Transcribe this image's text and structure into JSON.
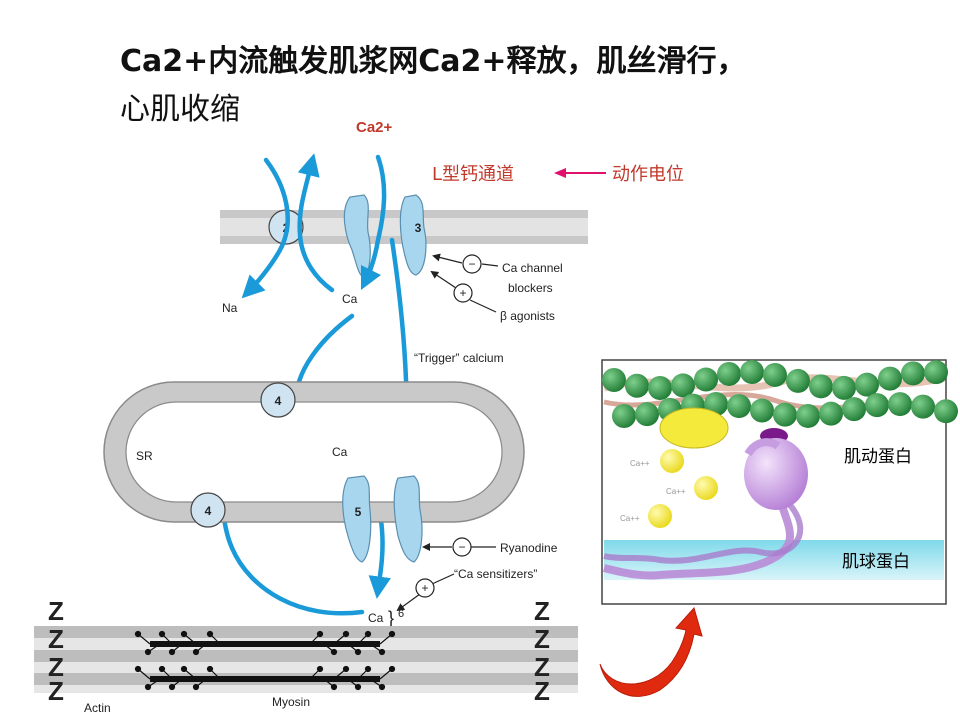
{
  "title": {
    "line1": "Ca2+内流触发肌浆网Ca2+释放，肌丝滑行，",
    "line2": "心肌收缩"
  },
  "top_annotation": {
    "ca_label": "Ca2+",
    "channel_label": "L型钙通道",
    "trigger_label": "动作电位",
    "color": "#c0392b",
    "arrow_color": "#e0106e"
  },
  "diagram": {
    "ion_labels": {
      "na": "Na",
      "ca_entry": "Ca",
      "ca_sr": "Ca",
      "ca_bottom": "Ca"
    },
    "step_numbers": {
      "exchanger": "2",
      "l_channel": "3",
      "serca_top": "4",
      "serca_left": "4",
      "ryanodine": "5",
      "sensitize": "6"
    },
    "sr_label": "SR",
    "drug_labels": {
      "ca_blockers_line1": "Ca channel",
      "ca_blockers_line2": "blockers",
      "beta_agonists": "β agonists",
      "ryanodine": "Ryanodine",
      "ca_sensitizers": "“Ca sensitizers”",
      "trigger": "“Trigger” calcium"
    },
    "signs": {
      "minus": "−",
      "plus": "+"
    },
    "z_letter": "Z",
    "filament_labels": {
      "myosin": "Myosin",
      "actin": "Actin"
    },
    "colors": {
      "arrow": "#1a9ad8",
      "membrane": "#c8c8c8",
      "channel": "#a9d6ef"
    }
  },
  "inset": {
    "actin_label": "肌动蛋白",
    "myosin_label": "肌球蛋白",
    "ca_ion": "Ca++",
    "colors": {
      "actin_bead": "#2e9c46",
      "tropomyosin": "#e7c3b4",
      "troponin": "#f4ea3c",
      "myosin_head": "#d9a9ec",
      "myosin_band": "#8fdceb",
      "curved_arrow": "#e02a10"
    }
  }
}
